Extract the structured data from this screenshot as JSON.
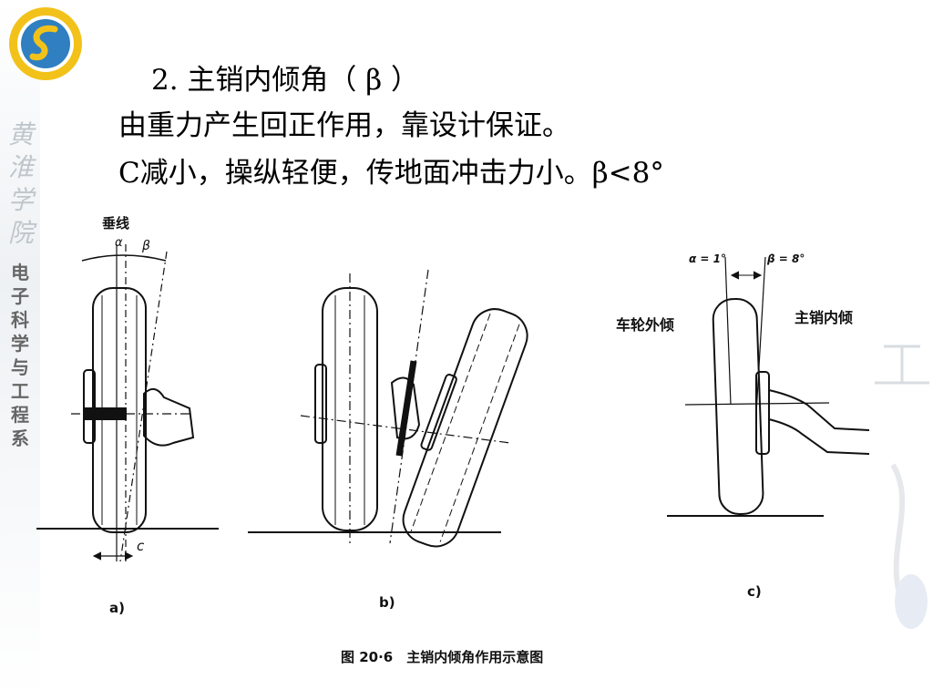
{
  "sidebar": {
    "calligraphy": [
      "黄",
      "淮",
      "学",
      "院"
    ],
    "dept_chars": [
      "电",
      "子",
      "科",
      "学",
      "与",
      "工",
      "程",
      "系"
    ]
  },
  "heading": "2. 主销内倾角（ β ）",
  "lines": [
    "由重力产生回正作用，靠设计保证。",
    "C减小，操纵轻便，传地面冲击力小。β<8°"
  ],
  "figure": {
    "panel_a": {
      "vertical_label": "垂线",
      "alpha": "α",
      "beta": "β",
      "c": "c",
      "caption": "a)"
    },
    "panel_b": {
      "caption": "b)"
    },
    "panel_c": {
      "alpha_label": "α = 1°",
      "beta_label": "β = 8°",
      "camber_label": "车轮外倾",
      "kingpin_label": "主销内倾",
      "caption": "c)"
    },
    "title": "图 20·6　主销内倾角作用示意图"
  },
  "colors": {
    "logo_ring": "#f2c21a",
    "logo_inner": "#2f7fc1",
    "ink": "#111111"
  }
}
